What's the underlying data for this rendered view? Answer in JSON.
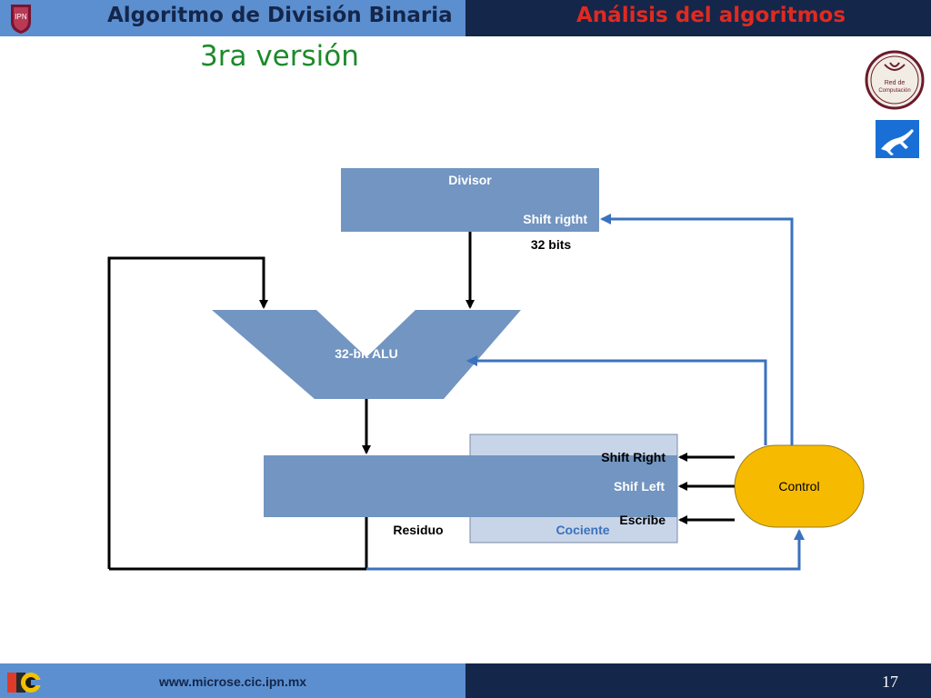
{
  "header": {
    "title_left": "Algoritmo de División Binaria",
    "title_right": "Análisis del algoritmos",
    "subtitle": "3ra versión"
  },
  "diagram": {
    "divisor_label": "Divisor",
    "shift_right_label": "Shift rigtht",
    "bits_label": "32 bits",
    "alu_label": "32-bit ALU",
    "shift_right_ctrl": "Shift Right",
    "shift_left_ctrl": "Shif Left",
    "write_ctrl": "Escribe",
    "remainder_label": "Residuo",
    "quotient_label": "Cociente",
    "control_label": "Control"
  },
  "footer": {
    "url": "www.microse.cic.ipn.mx",
    "page": "17"
  },
  "logos": {
    "ipn_logo_icon": "ipn-crest-icon",
    "network_badge_icon": "red-de-computacion-icon",
    "badge_text_1": "Red de",
    "badge_text_2": "Computación",
    "gecko_icon": "gecko-icon",
    "cic_logo_icon": "cic-logo-icon"
  },
  "colors": {
    "header_left": "#5b8fd0",
    "header_right": "#14264a",
    "title_right": "#e02a20",
    "subtitle": "#1d8a2b",
    "box_blue": "#7295c1",
    "box_light": "#c8d5e8",
    "control": "#f6bb00",
    "line_blue": "#3a72bd"
  }
}
